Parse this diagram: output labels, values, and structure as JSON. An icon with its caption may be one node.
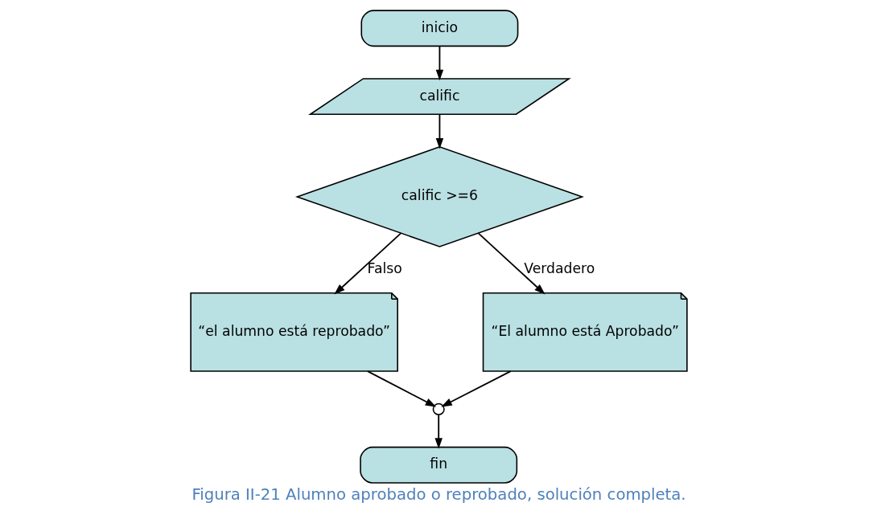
{
  "diagram": {
    "caption": "Figura II-21 Alumno aprobado o reprobado, solución completa.",
    "nodes": [
      {
        "text": [
          "inicio"
        ]
      },
      {
        "text": [
          "calific"
        ]
      },
      {
        "text": [
          "calific >=6"
        ]
      },
      {
        "text": [
          "“el alumno está reprobado”"
        ]
      },
      {
        "text": [
          "“El alumno está Aprobado”"
        ]
      },
      {
        "text": [],
        "shape": "circle"
      },
      {
        "text": [
          "fin"
        ]
      }
    ],
    "edges": [
      {
        "from": 0,
        "to": 1,
        "arrow": "to"
      },
      {
        "from": 1,
        "to": 2,
        "arrow": "to"
      },
      {
        "from": 2,
        "to": 3,
        "arrow": "to",
        "label": "Falso"
      },
      {
        "from": 2,
        "to": 4,
        "arrow": "to",
        "label": "Verdadero"
      },
      {
        "from": 3,
        "to": 5,
        "arrow": "to"
      },
      {
        "from": 4,
        "to": 5,
        "arrow": "to"
      },
      {
        "from": 5,
        "to": 6,
        "arrow": "to"
      }
    ]
  }
}
